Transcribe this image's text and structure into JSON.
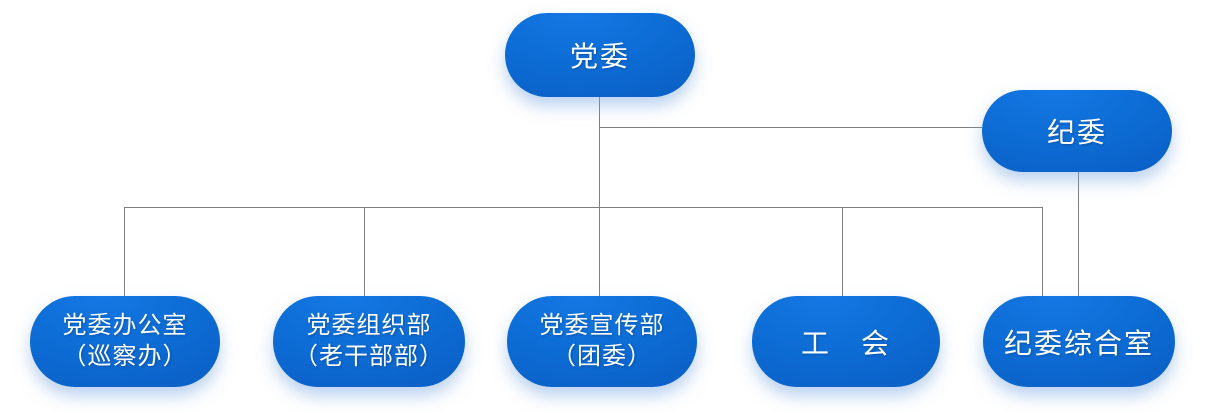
{
  "diagram": {
    "type": "org-chart",
    "nodes": {
      "dangwei": {
        "line1": "党委"
      },
      "jiwei": {
        "line1": "纪委"
      },
      "dangwei_bangongshi": {
        "line1": "党委办公室",
        "line2": "（巡察办）"
      },
      "dangwei_zuzhibu": {
        "line1": "党委组织部",
        "line2": "（老干部部）"
      },
      "dangwei_xuanchuanbu": {
        "line1": "党委宣传部",
        "line2": "（团委）"
      },
      "gonghui": {
        "line1": "工　会"
      },
      "jiwei_zongheshi": {
        "line1": "纪委综合室"
      }
    },
    "edges": [
      "dangwei->dangwei_bangongshi",
      "dangwei->dangwei_zuzhibu",
      "dangwei->dangwei_xuanchuanbu",
      "dangwei->gonghui",
      "dangwei->jiwei_zongheshi",
      "dangwei->jiwei",
      "jiwei->jiwei_zongheshi"
    ],
    "colors": {
      "node_fill_light": "#1478e4",
      "node_fill_dark": "#0956ba",
      "node_text": "#ffffff",
      "connector": "#7f7f7f",
      "background": "#ffffff",
      "glow": "#7aa8e4"
    }
  }
}
